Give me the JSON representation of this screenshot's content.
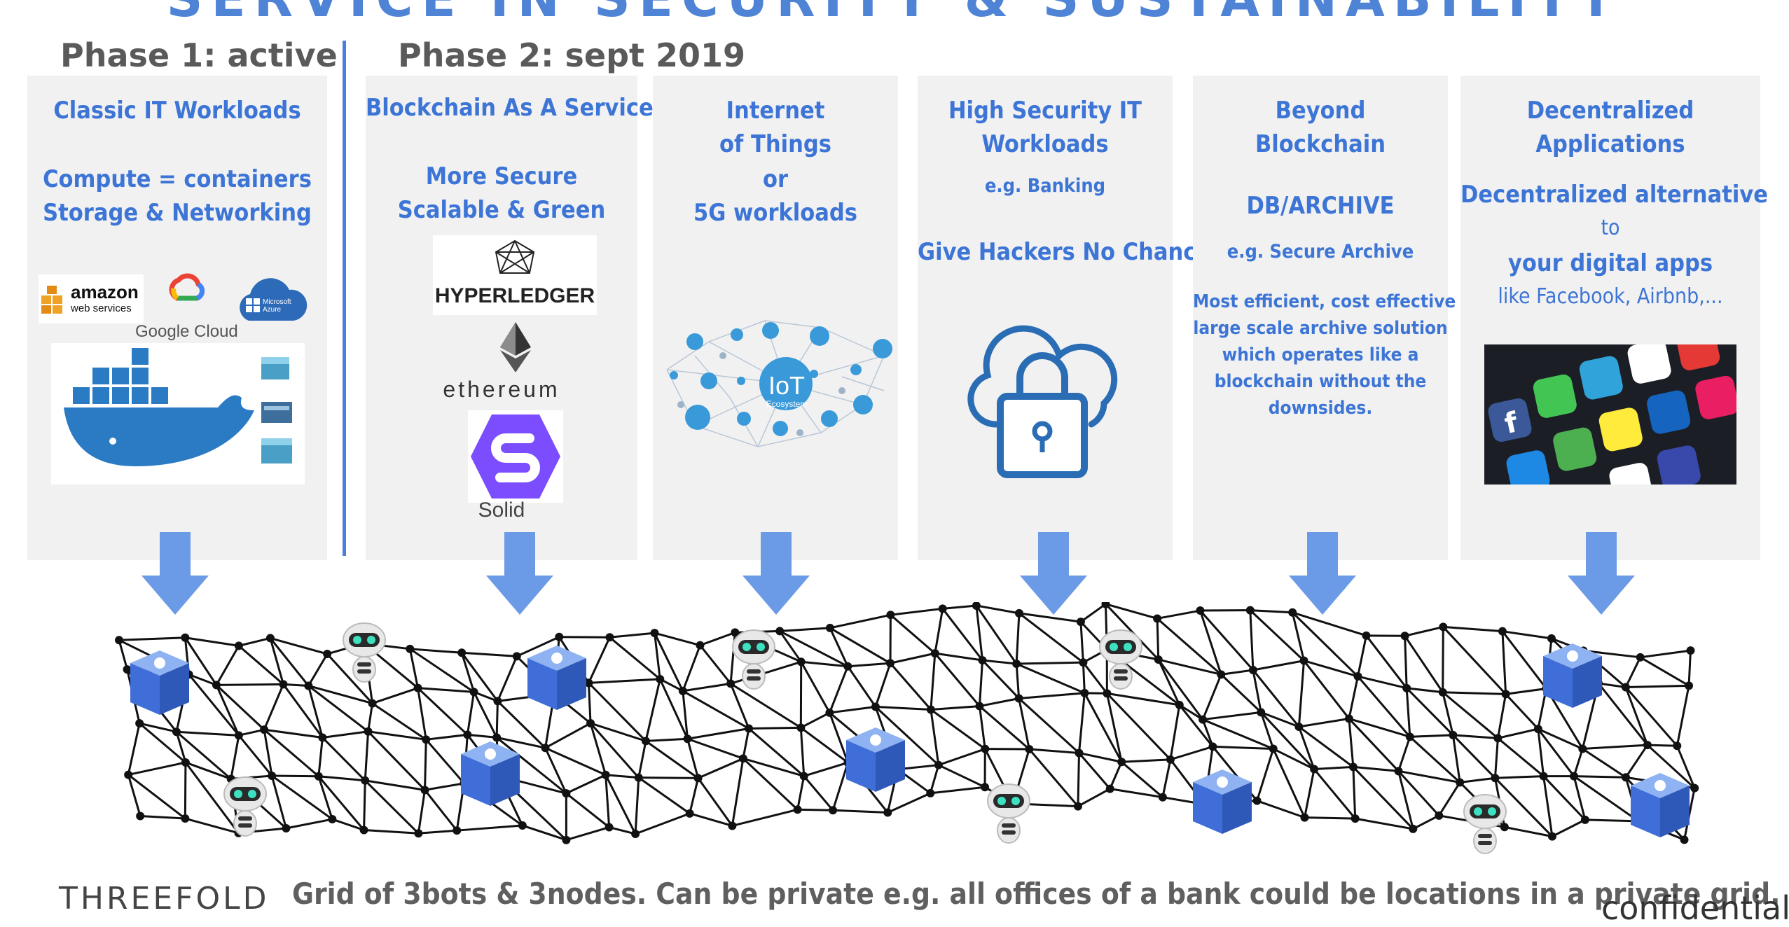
{
  "headline": "SERVICE IN SECURITY & SUSTAINABILITY",
  "phases": {
    "phase1": "Phase 1: active",
    "phase2": "Phase 2: sept 2019"
  },
  "panels": [
    {
      "title": "Classic IT Workloads",
      "line1": "Compute = containers",
      "line2": "Storage & Networking",
      "logos": [
        "amazon",
        "web services",
        "Google Cloud",
        "Microsoft Azure"
      ]
    },
    {
      "title": "Blockchain As A Service",
      "line1": "More Secure",
      "line2": "Scalable & Green",
      "logos": [
        "HYPERLEDGER",
        "ethereum",
        "Solid"
      ]
    },
    {
      "title_lines": [
        "Internet",
        "of Things",
        "or",
        "5G workloads"
      ],
      "iot_label": "IoT",
      "iot_sub": "Ecosystem"
    },
    {
      "title_lines": [
        "High Security IT",
        "Workloads"
      ],
      "example": "e.g. Banking",
      "tagline": "Give Hackers No Chance"
    },
    {
      "title_lines": [
        "Beyond",
        "Blockchain"
      ],
      "heading2": "DB/ARCHIVE",
      "example": "e.g. Secure Archive",
      "desc_lines": [
        "Most efficient, cost effective",
        "large scale archive solution",
        "which operates like a",
        "blockchain without the",
        "downsides."
      ]
    },
    {
      "title_lines": [
        "Decentralized",
        "Applications"
      ],
      "line1": "Decentralized alternative",
      "line2": "to",
      "line3": "your digital apps",
      "line4": "like Facebook, Airbnb,..."
    }
  ],
  "footer": {
    "brand": "THREEFOLD",
    "caption": "Grid of 3bots & 3nodes. Can be private e.g. all offices of a bank could be locations in a private grid.",
    "confidential": "confidential"
  },
  "colors": {
    "accent": "#3d75d6",
    "arrow": "#6b9ae6",
    "panel_bg": "#f1f1f1",
    "node_blue": "#3f6ed8"
  }
}
